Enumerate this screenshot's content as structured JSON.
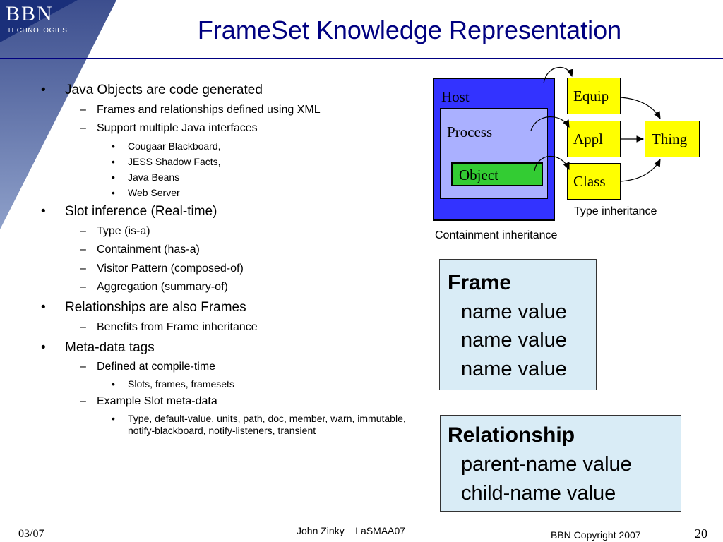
{
  "header": {
    "logo_main": "BBN",
    "logo_sub": "TECHNOLOGIES",
    "title": "FrameSet Knowledge Representation"
  },
  "bullets": {
    "b1": "Java Objects are code generated",
    "b1_1": "Frames and relationships defined using XML",
    "b1_2": "Support multiple Java interfaces",
    "b1_2_1": "Cougaar Blackboard,",
    "b1_2_2": "JESS Shadow Facts,",
    "b1_2_3": "Java Beans",
    "b1_2_4": "Web Server",
    "b2": "Slot inference (Real-time)",
    "b2_1": "Type (is-a)",
    "b2_2": "Containment (has-a)",
    "b2_3": "Visitor Pattern (composed-of)",
    "b2_4": "Aggregation (summary-of)",
    "b3": "Relationships are also Frames",
    "b3_1": "Benefits from Frame inheritance",
    "b4": "Meta-data tags",
    "b4_1": "Defined at compile-time",
    "b4_1_1": "Slots, frames, framesets",
    "b4_2": "Example Slot meta-data",
    "b4_2_1": "Type, default-value, units, path,  doc, member, warn, immutable, notify-blackboard, notify-listeners, transient",
    "marker_l1": "•",
    "marker_l2": "–",
    "marker_l3": "•"
  },
  "diagram": {
    "host": "Host",
    "process": "Process",
    "object": "Object",
    "equip": "Equip",
    "appl": "Appl",
    "class": "Class",
    "thing": "Thing",
    "type_caption": "Type  inheritance",
    "containment_caption": "Containment inheritance",
    "colors": {
      "host": "#3333ff",
      "process": "#aab0ff",
      "object": "#33cc33",
      "type_box": "#ffff00",
      "card_bg": "#d9ecf6"
    }
  },
  "frame_card": {
    "heading": "Frame",
    "rows": [
      "name value",
      "name value",
      "name value"
    ]
  },
  "relationship_card": {
    "heading": "Relationship",
    "rows": [
      "parent-name value",
      "child-name value"
    ]
  },
  "footer": {
    "date": "03/07",
    "author": "John Zinky    LaSMAA07",
    "copyright": "BBN Copyright 2007",
    "page": "20"
  }
}
